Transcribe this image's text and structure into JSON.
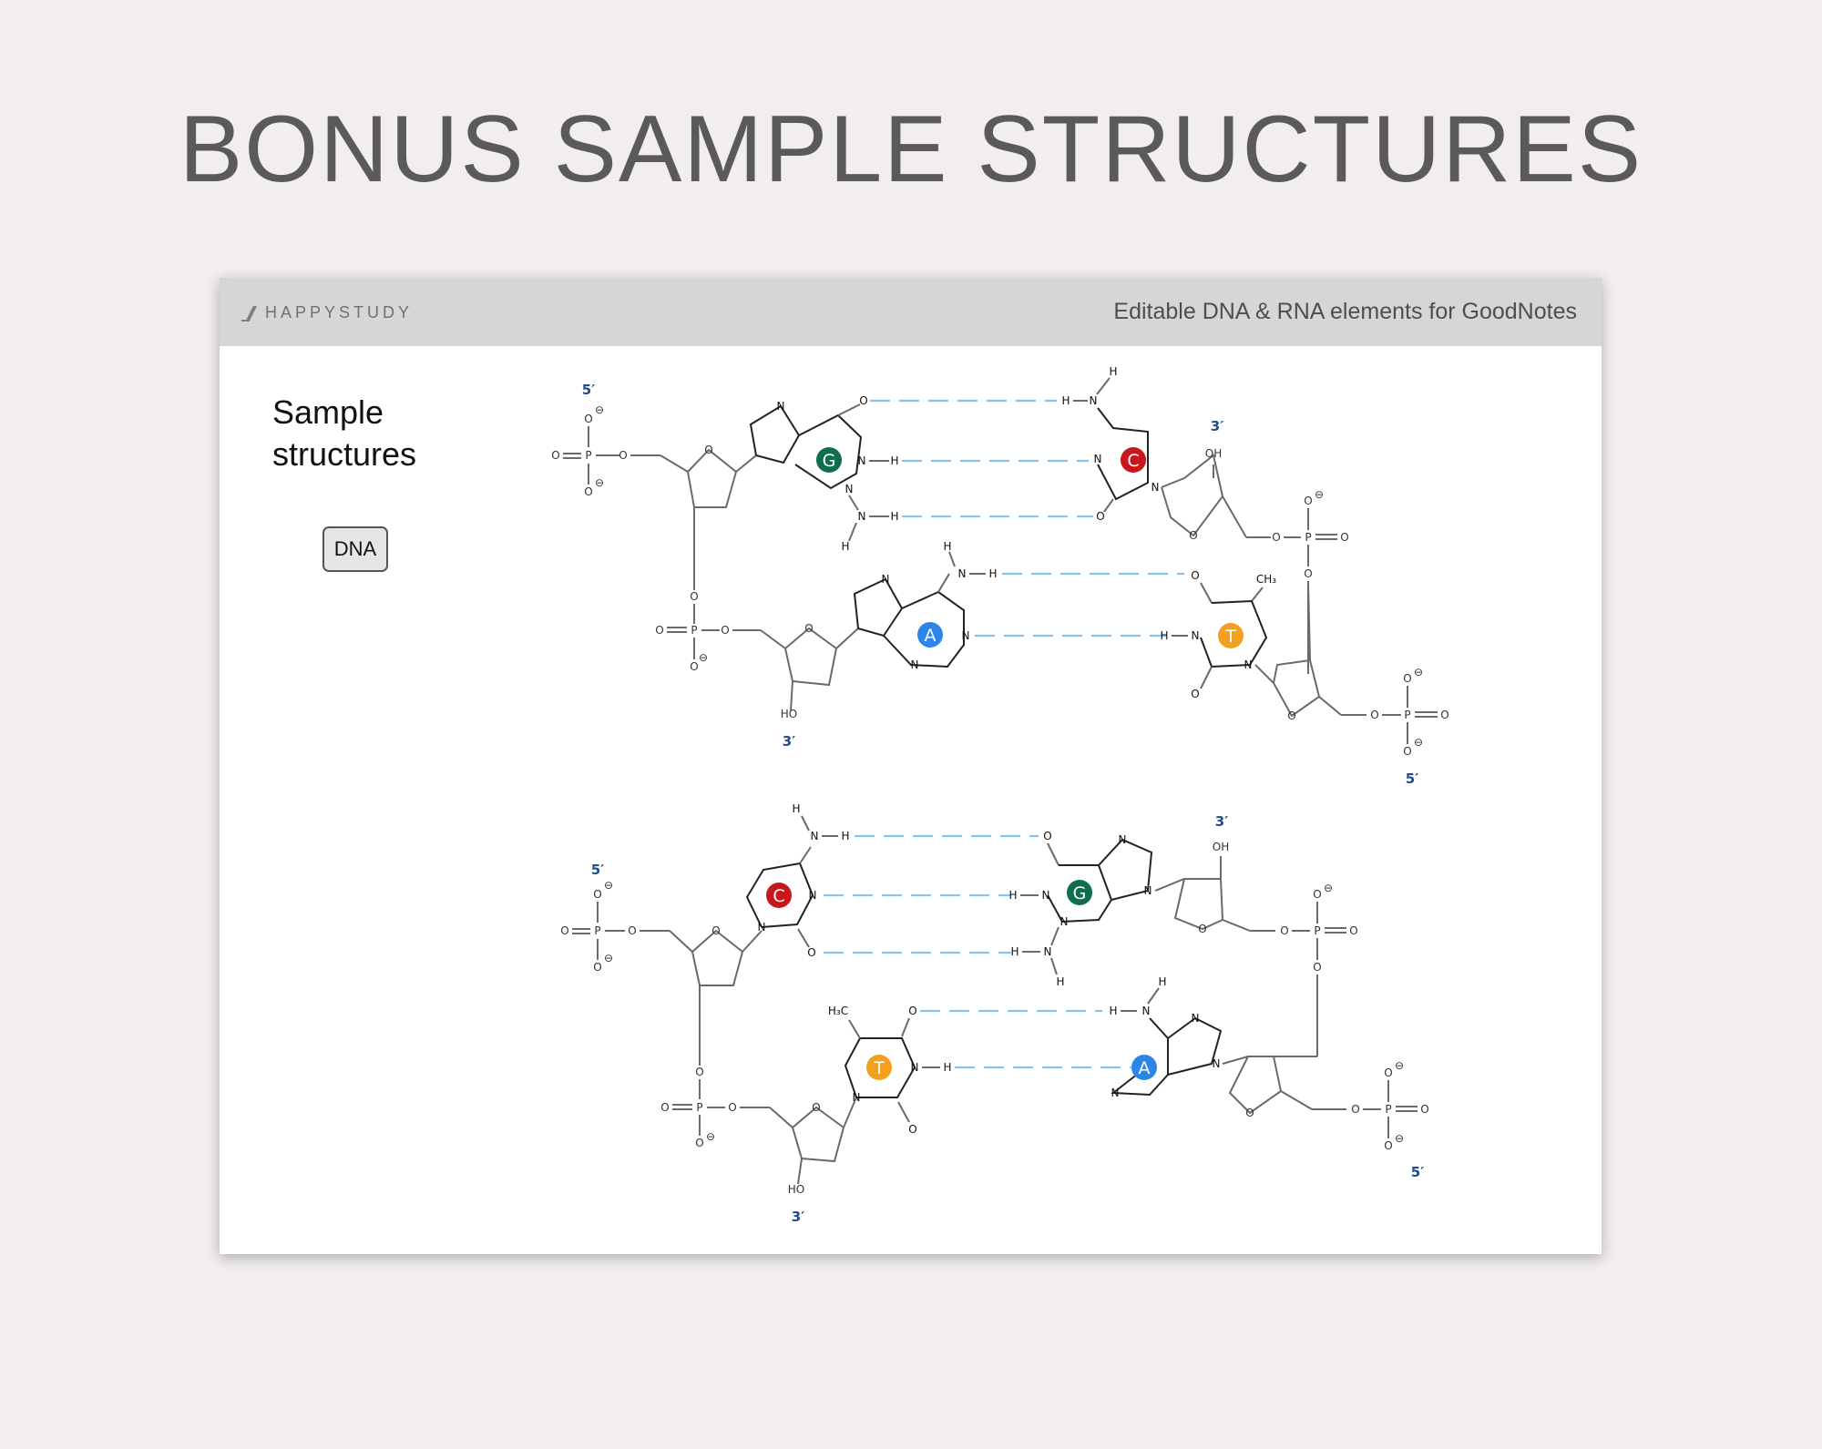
{
  "hero": {
    "title": "BONUS SAMPLE STRUCTURES"
  },
  "header": {
    "brand": "HAPPYSTUDY",
    "tagline": "Editable DNA & RNA elements for GoodNotes"
  },
  "sidebar": {
    "title_line1": "Sample",
    "title_line2": "structures",
    "dna_button": "DNA"
  },
  "ends": {
    "five": "5′",
    "three": "3′"
  },
  "bases": {
    "g": "G",
    "c": "C",
    "a": "A",
    "t": "T"
  },
  "atoms": {
    "o": "O",
    "n": "N",
    "h": "H",
    "p": "P",
    "ho": "HO",
    "oh": "OH",
    "ch3": "CH₃",
    "h3c": "H₃C",
    "neg": "⊖"
  },
  "colors": {
    "g": "#0f6e4b",
    "c": "#c8161d",
    "a": "#2b86e8",
    "t": "#f3a01f",
    "hbond": "#8ac4ee",
    "prime": "#1f4e89"
  }
}
